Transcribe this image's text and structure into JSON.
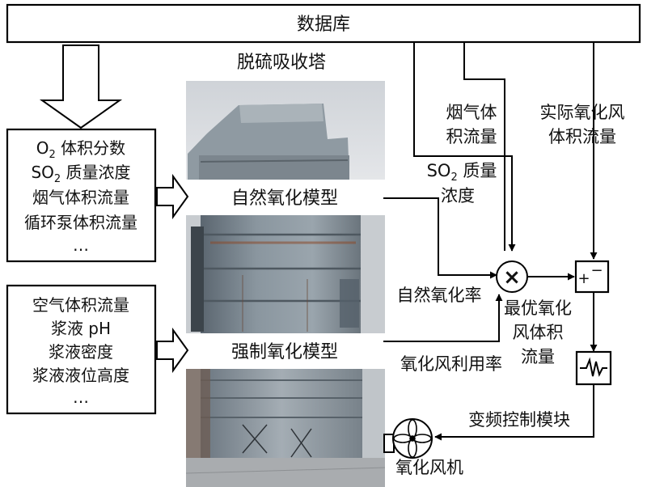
{
  "database": {
    "label": "数据库"
  },
  "tower": {
    "title": "脱硫吸收塔"
  },
  "natural_inputs": {
    "lines": [
      {
        "pre": "O",
        "sub": "2",
        "post": " 体积分数"
      },
      {
        "pre": "SO",
        "sub": "2",
        "post": " 质量浓度"
      },
      {
        "pre": "烟气体积流量",
        "sub": "",
        "post": ""
      },
      {
        "pre": "循环泵体积流量",
        "sub": "",
        "post": ""
      },
      {
        "pre": "…",
        "sub": "",
        "post": ""
      }
    ]
  },
  "forced_inputs": {
    "lines": [
      "空气体积流量",
      "浆液 pH",
      "浆液密度",
      "浆液液位高度",
      "…"
    ]
  },
  "models": {
    "natural": "自然氧化模型",
    "forced": "强制氧化模型"
  },
  "signals": {
    "flue_gas_flow": [
      "烟气体",
      "积流量"
    ],
    "so2_conc": {
      "pre": "SO",
      "sub": "2",
      "post": " 质量",
      "line2": "浓度"
    },
    "actual_air_flow": [
      "实际氧化风",
      "体积流量"
    ],
    "natural_rate": "自然氧化率",
    "air_utilization": "氧化风利用率",
    "optimal_air_flow": [
      "最优氧化",
      "风体积",
      "流量"
    ],
    "vfd_module": "变频控制模块",
    "fan": "氧化风机"
  },
  "symbols": {
    "multiply": "×",
    "plus": "+",
    "minus": "−"
  }
}
